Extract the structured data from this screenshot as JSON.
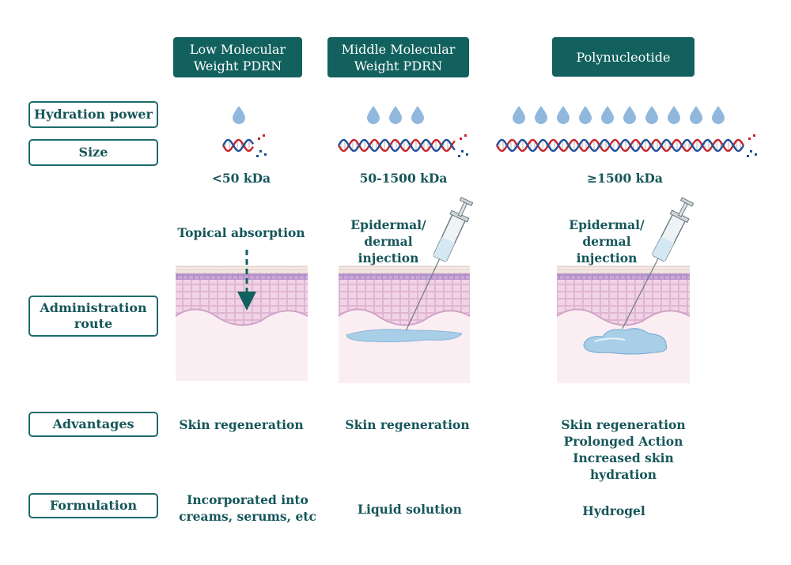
{
  "columns": [
    {
      "header": "Low Molecular\nWeight PDRN",
      "size": "<50 kDa",
      "route_caption": "Topical absorption",
      "advantages": "Skin regeneration",
      "formulation": "Incorporated into\ncreams, serums, etc",
      "drops": 1
    },
    {
      "header": "Middle Molecular\nWeight PDRN",
      "size": "50-1500 kDa",
      "route_caption": "Epidermal/\ndermal\ninjection",
      "advantages": "Skin regeneration",
      "formulation": "Liquid solution",
      "drops": 3
    },
    {
      "header": "Polynucleotide",
      "size": "≥1500 kDa",
      "route_caption": "Epidermal/\ndermal\ninjection",
      "advantages": "Skin regeneration\nProlonged Action\nIncreased skin hydration",
      "formulation": "Hydrogel",
      "drops": 10
    }
  ],
  "rows": {
    "hydration": "Hydration power",
    "size": "Size",
    "route": "Administration\nroute",
    "advantages": "Advantages",
    "formulation": "Formulation"
  },
  "colors": {
    "teal": "#12615f",
    "drop": "#8fb8dc",
    "dna_red": "#c8242c",
    "dna_blue": "#1f4f9a",
    "skin_pink": "#f3d6ea",
    "skin_purple": "#b79ad1",
    "gel": "#a9cfe8"
  }
}
